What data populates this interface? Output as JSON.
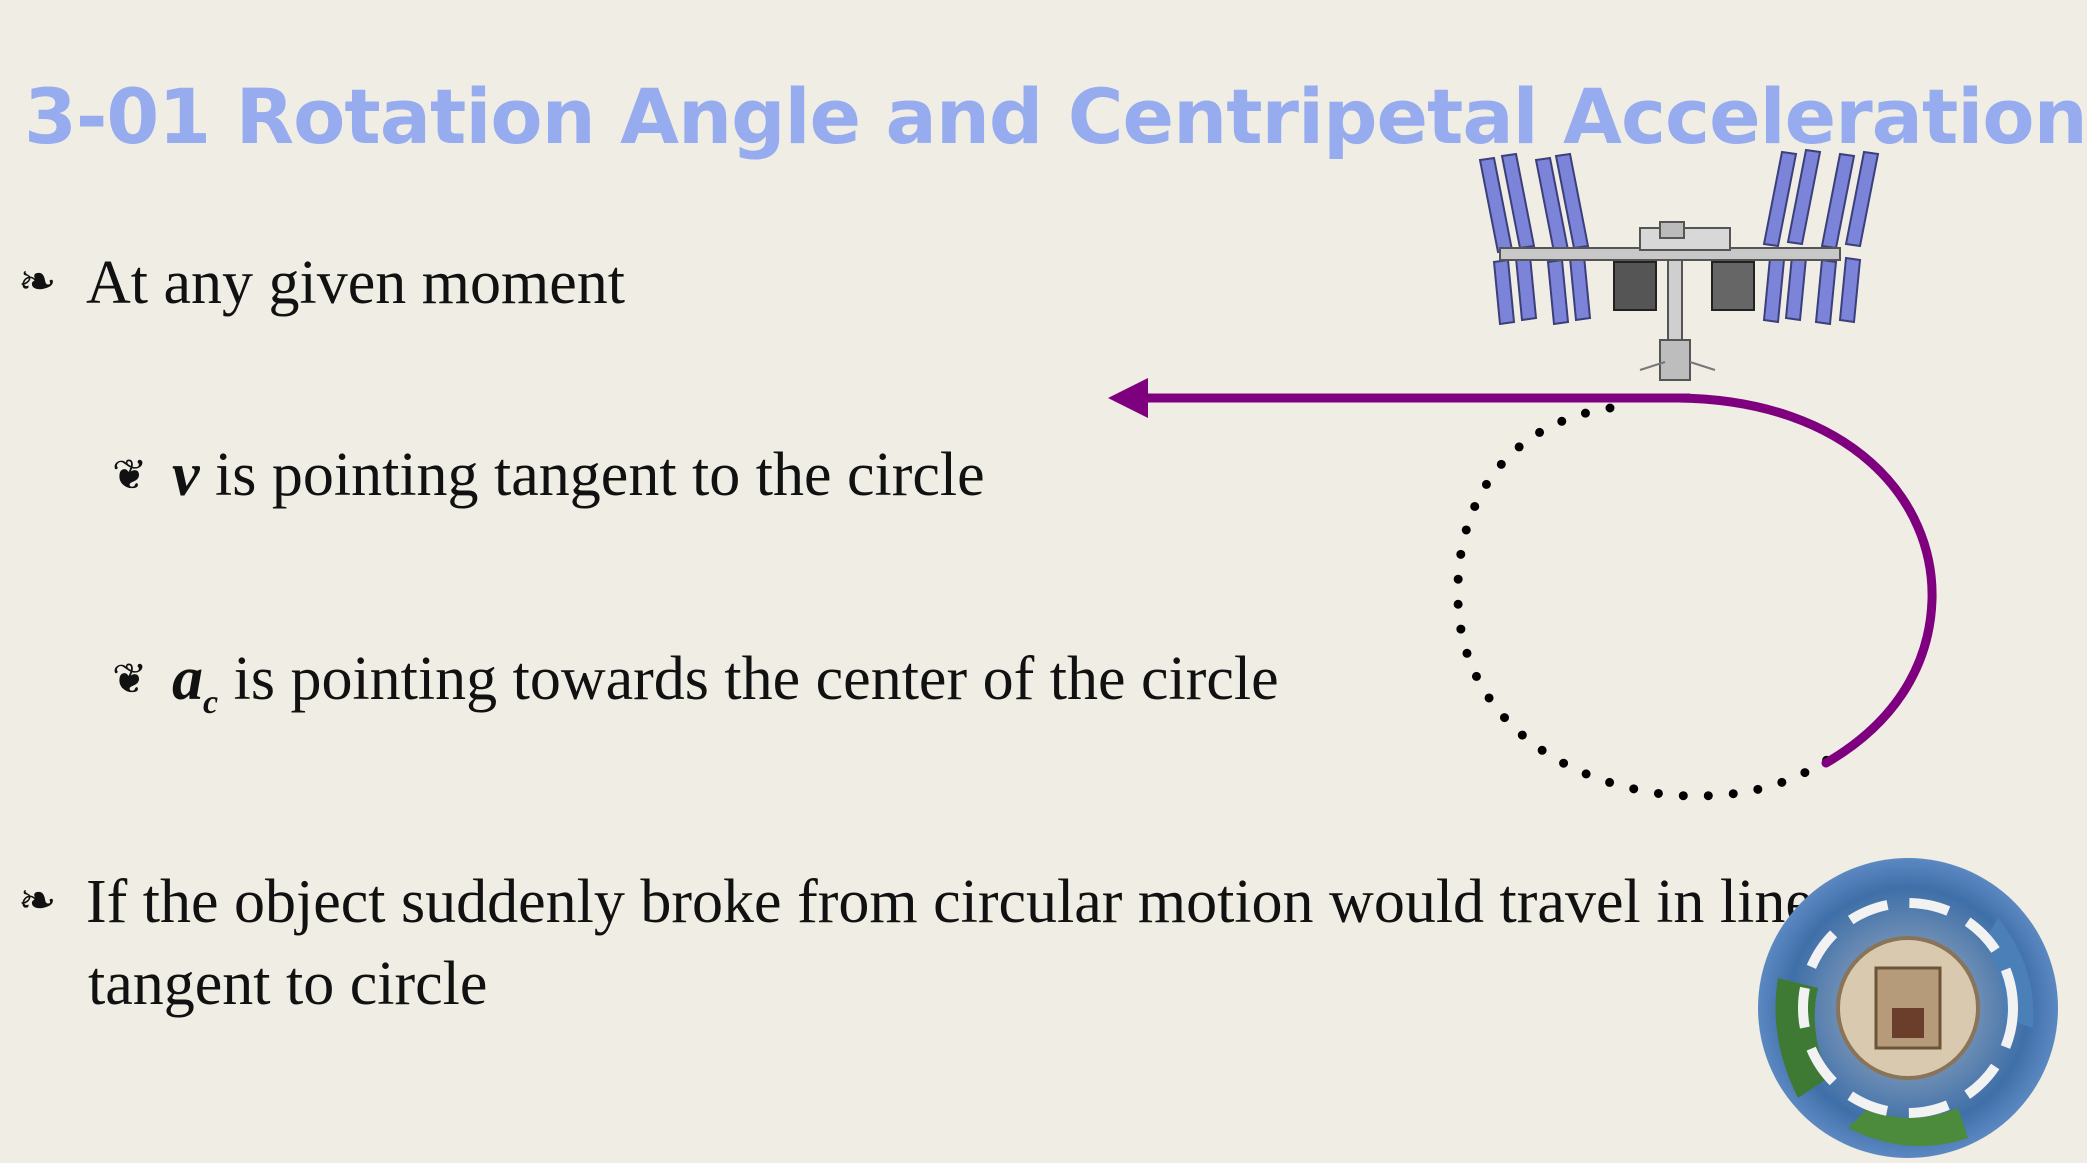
{
  "slide": {
    "title": "3-01 Rotation Angle and Centripetal Acceleration",
    "bullets": {
      "b1": {
        "text": "At any given moment"
      },
      "b2": {
        "var": "v",
        "text": " is pointing tangent to the circle"
      },
      "b3": {
        "var": "a",
        "sub": "c",
        "text": " is pointing towards the center of the circle"
      },
      "b4": {
        "line1": "If the object suddenly broke from circular motion would travel in line",
        "line2": "tangent to circle"
      }
    }
  },
  "diagram": {
    "arc_color": "#7f007f",
    "dots_color": "#000000",
    "station_panel_color": "#7b84d8"
  }
}
